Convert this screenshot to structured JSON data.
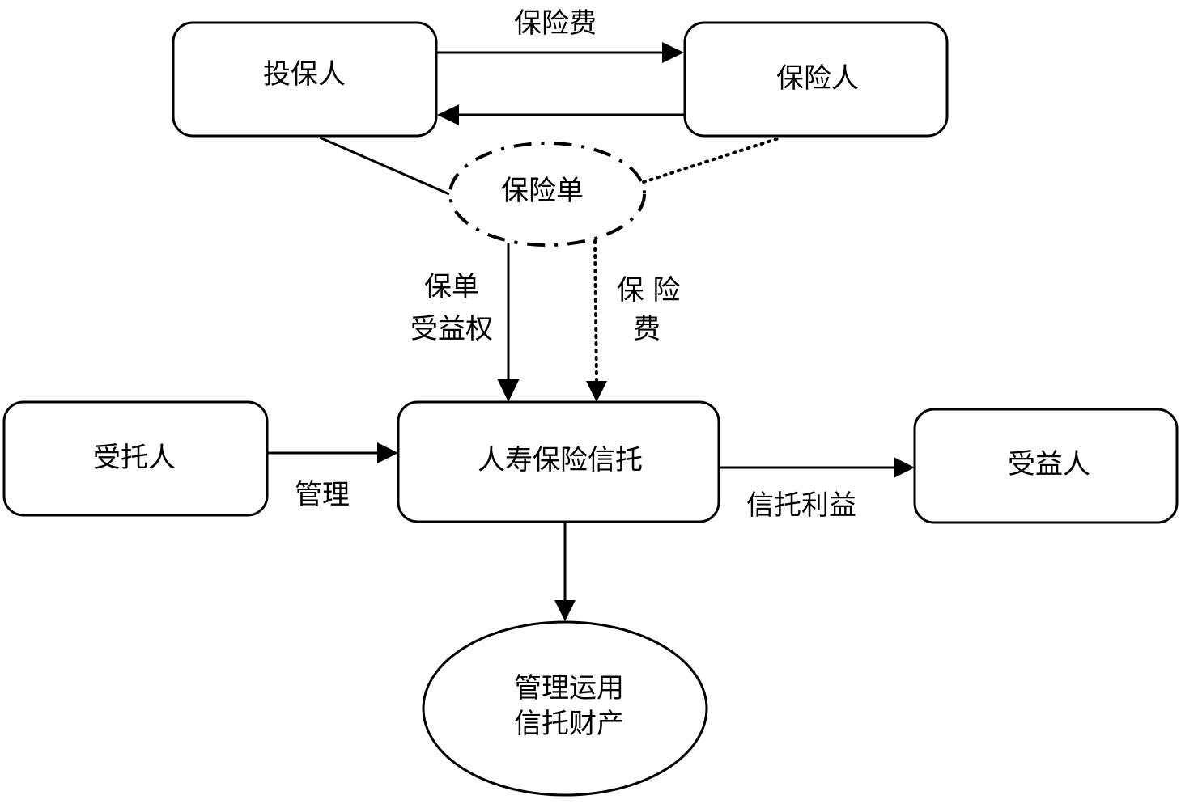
{
  "diagram": {
    "title": "人寿保险信托",
    "nodes": {
      "policyholder": "投保人",
      "insurer": "保险人",
      "policy": "保险单",
      "trustee": "受托人",
      "life_insurance_trust": "人寿保险信托",
      "beneficiary": "受益人",
      "manage_assets_line1": "管理运用",
      "manage_assets_line2": "信托财产"
    },
    "edges": {
      "premium_top": "保险费",
      "policy_benefit_line1": "保单",
      "policy_benefit_line2": "受益权",
      "premium_side_line1": "保 险",
      "premium_side_line2": "费",
      "manage": "管理",
      "trust_benefit": "信托利益"
    }
  }
}
